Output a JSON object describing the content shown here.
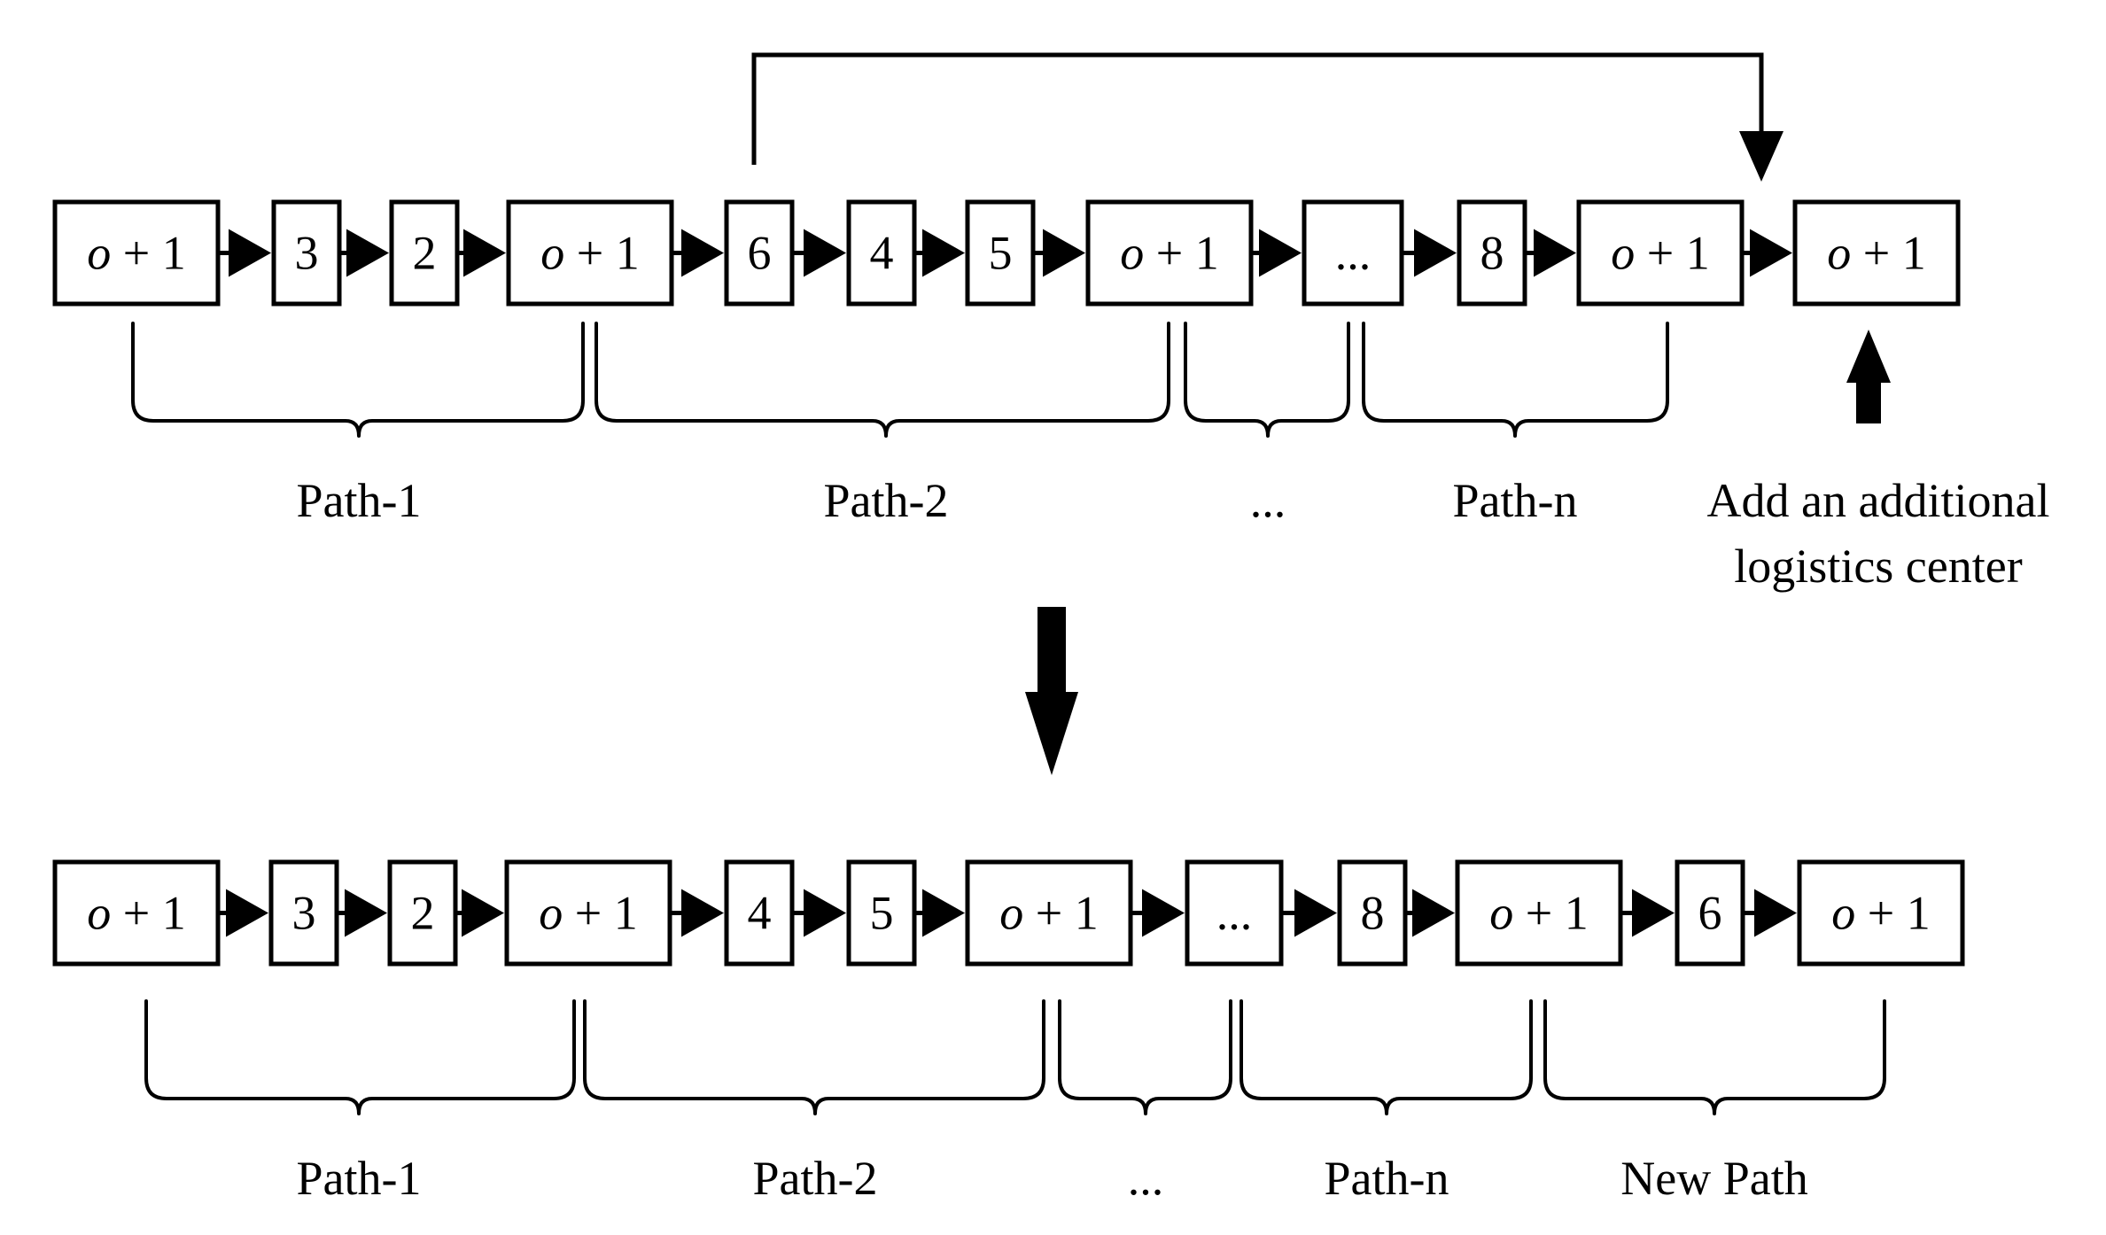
{
  "colors": {
    "stroke": "#000000",
    "background": "#ffffff"
  },
  "top_row": {
    "nodes": [
      {
        "var": "o",
        "rest": " + 1"
      },
      {
        "text": "3"
      },
      {
        "text": "2"
      },
      {
        "var": "o",
        "rest": " + 1"
      },
      {
        "text": "6"
      },
      {
        "text": "4"
      },
      {
        "text": "5"
      },
      {
        "var": "o",
        "rest": " + 1"
      },
      {
        "text": "..."
      },
      {
        "text": "8"
      },
      {
        "var": "o",
        "rest": " + 1"
      },
      {
        "var": "o",
        "rest": " + 1"
      }
    ],
    "path_labels": [
      "Path-1",
      "Path-2",
      "...",
      "Path-n"
    ],
    "annotation": [
      "Add an additional",
      "logistics center"
    ]
  },
  "bottom_row": {
    "nodes": [
      {
        "var": "o",
        "rest": " + 1"
      },
      {
        "text": "3"
      },
      {
        "text": "2"
      },
      {
        "var": "o",
        "rest": " + 1"
      },
      {
        "text": "4"
      },
      {
        "text": "5"
      },
      {
        "var": "o",
        "rest": " + 1"
      },
      {
        "text": "..."
      },
      {
        "text": "8"
      },
      {
        "var": "o",
        "rest": " + 1"
      },
      {
        "text": "6"
      },
      {
        "var": "o",
        "rest": " + 1"
      }
    ],
    "path_labels": [
      "Path-1",
      "Path-2",
      "...",
      "Path-n",
      "New Path"
    ]
  }
}
